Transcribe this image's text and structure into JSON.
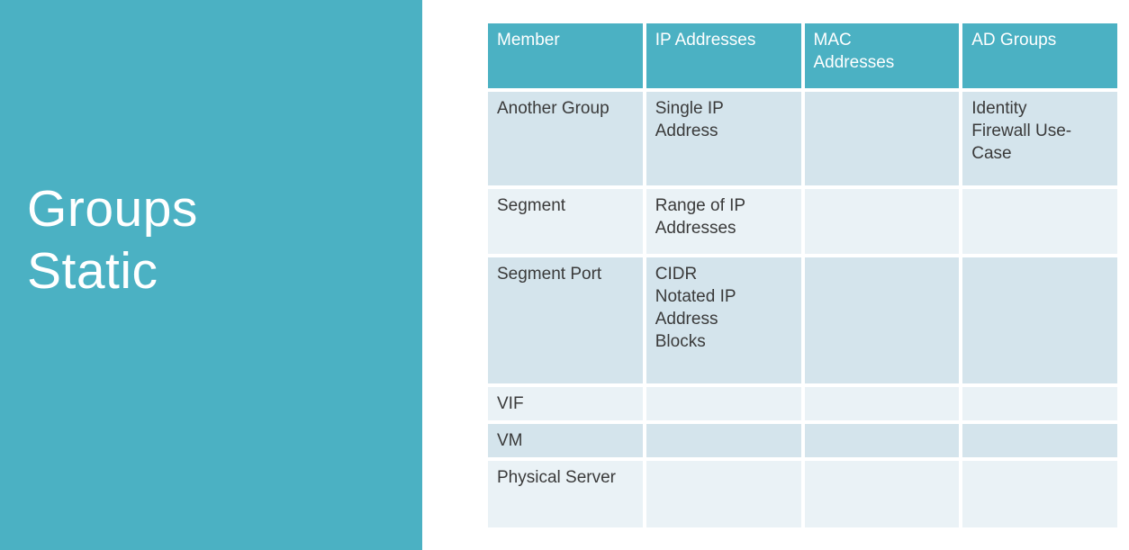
{
  "slide": {
    "title_line1": "Groups",
    "title_line2": "Static"
  },
  "table": {
    "columns": [
      "Member",
      "IP Addresses",
      "MAC Addresses",
      "AD Groups"
    ],
    "rows": [
      [
        "Another Group",
        "Single IP Address",
        "",
        "Identity Firewall Use-Case"
      ],
      [
        "Segment",
        "Range of IP Addresses",
        "",
        ""
      ],
      [
        "Segment Port",
        "CIDR Notated IP Address Blocks",
        "",
        ""
      ],
      [
        "VIF",
        "",
        "",
        ""
      ],
      [
        "VM",
        "",
        "",
        ""
      ],
      [
        "Physical Server",
        "",
        "",
        ""
      ]
    ]
  },
  "colors": {
    "accent_teal": "#4bb1c3",
    "row_band_dark": "#d4e4ec",
    "row_band_light": "#eaf2f6",
    "header_text": "#ffffff",
    "body_text": "#3a3a3a"
  }
}
